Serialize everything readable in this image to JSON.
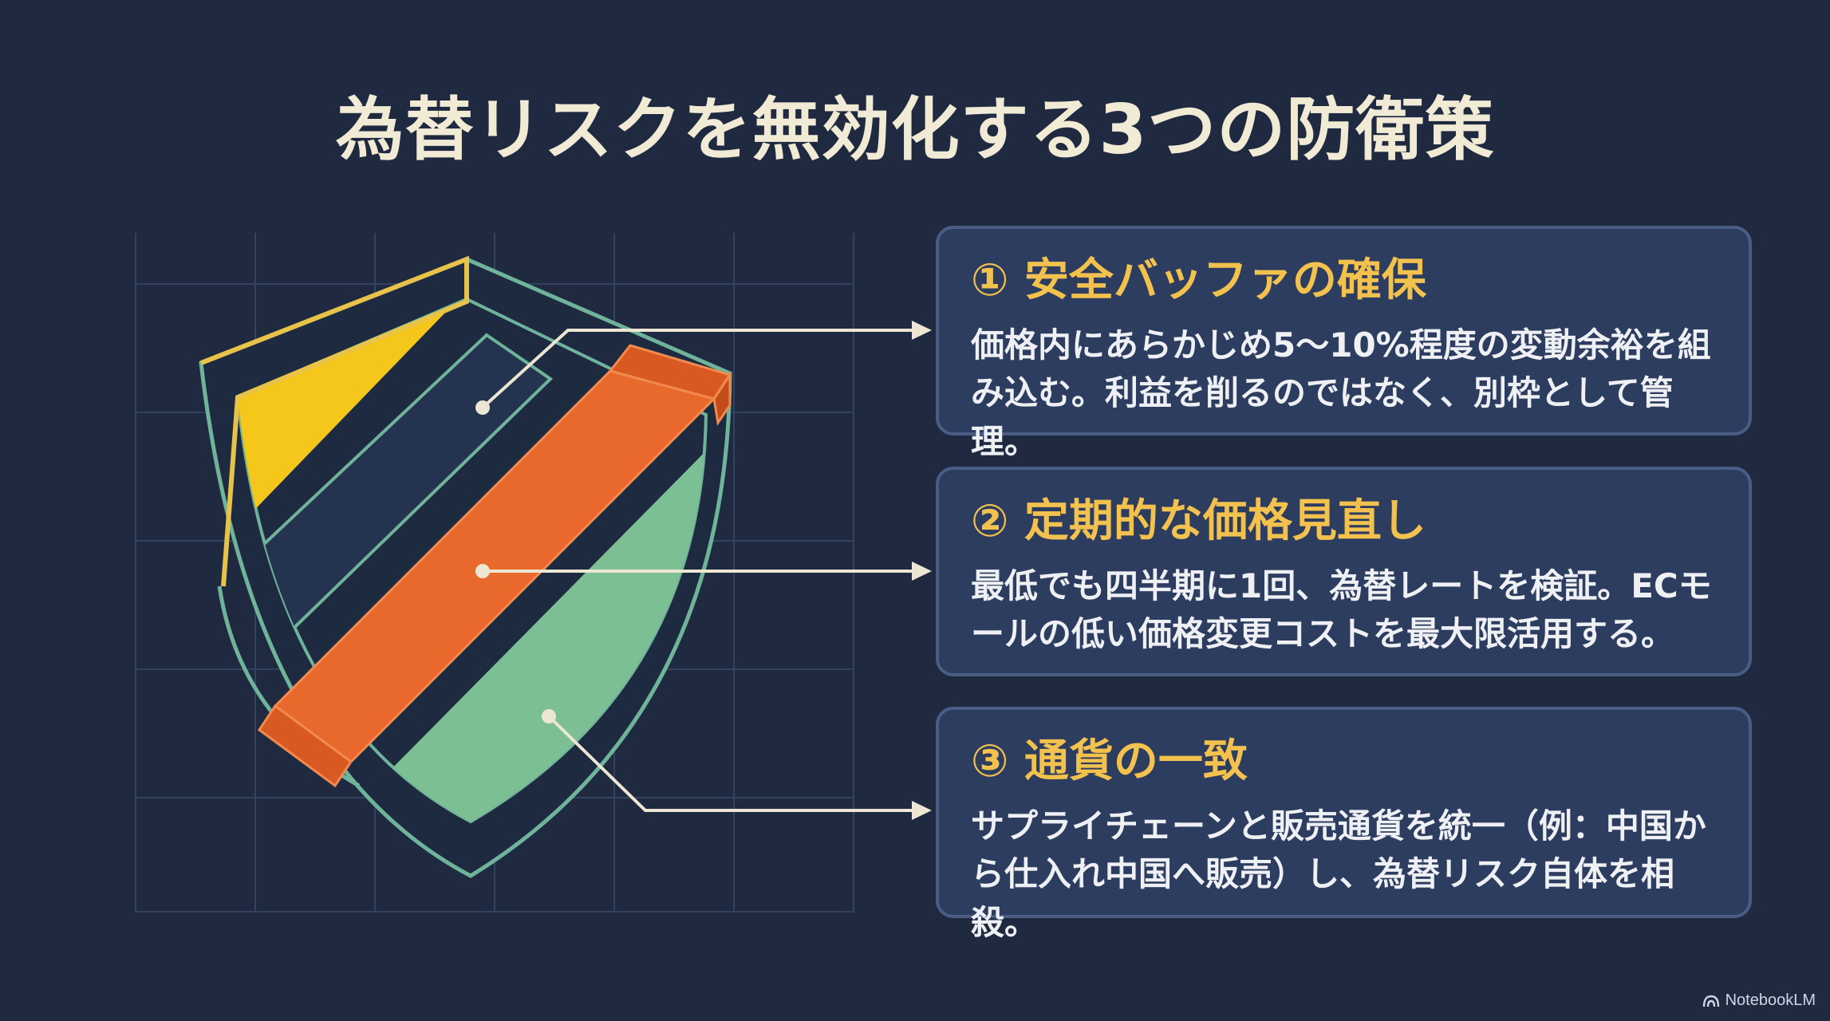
{
  "title": "為替リスクを無効化する3つの防衛策",
  "cards": [
    {
      "title": "① 安全バッファの確保",
      "body": "価格内にあらかじめ5〜10%程度の変動余裕を組み込む。利益を削るのではなく、別枠として管理。"
    },
    {
      "title": "② 定期的な価格見直し",
      "body": "最低でも四半期に1回、為替レートを検証。ECモールの低い価格変更コストを最大限活用する。"
    },
    {
      "title": "③ 通貨の一致",
      "body": "サプライチェーンと販売通貨を統一（例：中国から仕入れ中国へ販売）し、為替リスク自体を相殺。"
    }
  ],
  "brand": "NotebookLM",
  "colors": {
    "background": "#1f2a41",
    "card": "#2d3d5f",
    "accent_yellow": "#f2c14e",
    "shield_yellow": "#f5c71a",
    "shield_orange": "#e9692c",
    "shield_green": "#7cbf94",
    "outline_teal": "#6fb39a"
  },
  "icons": [
    "shield-icon",
    "notebooklm-icon"
  ]
}
